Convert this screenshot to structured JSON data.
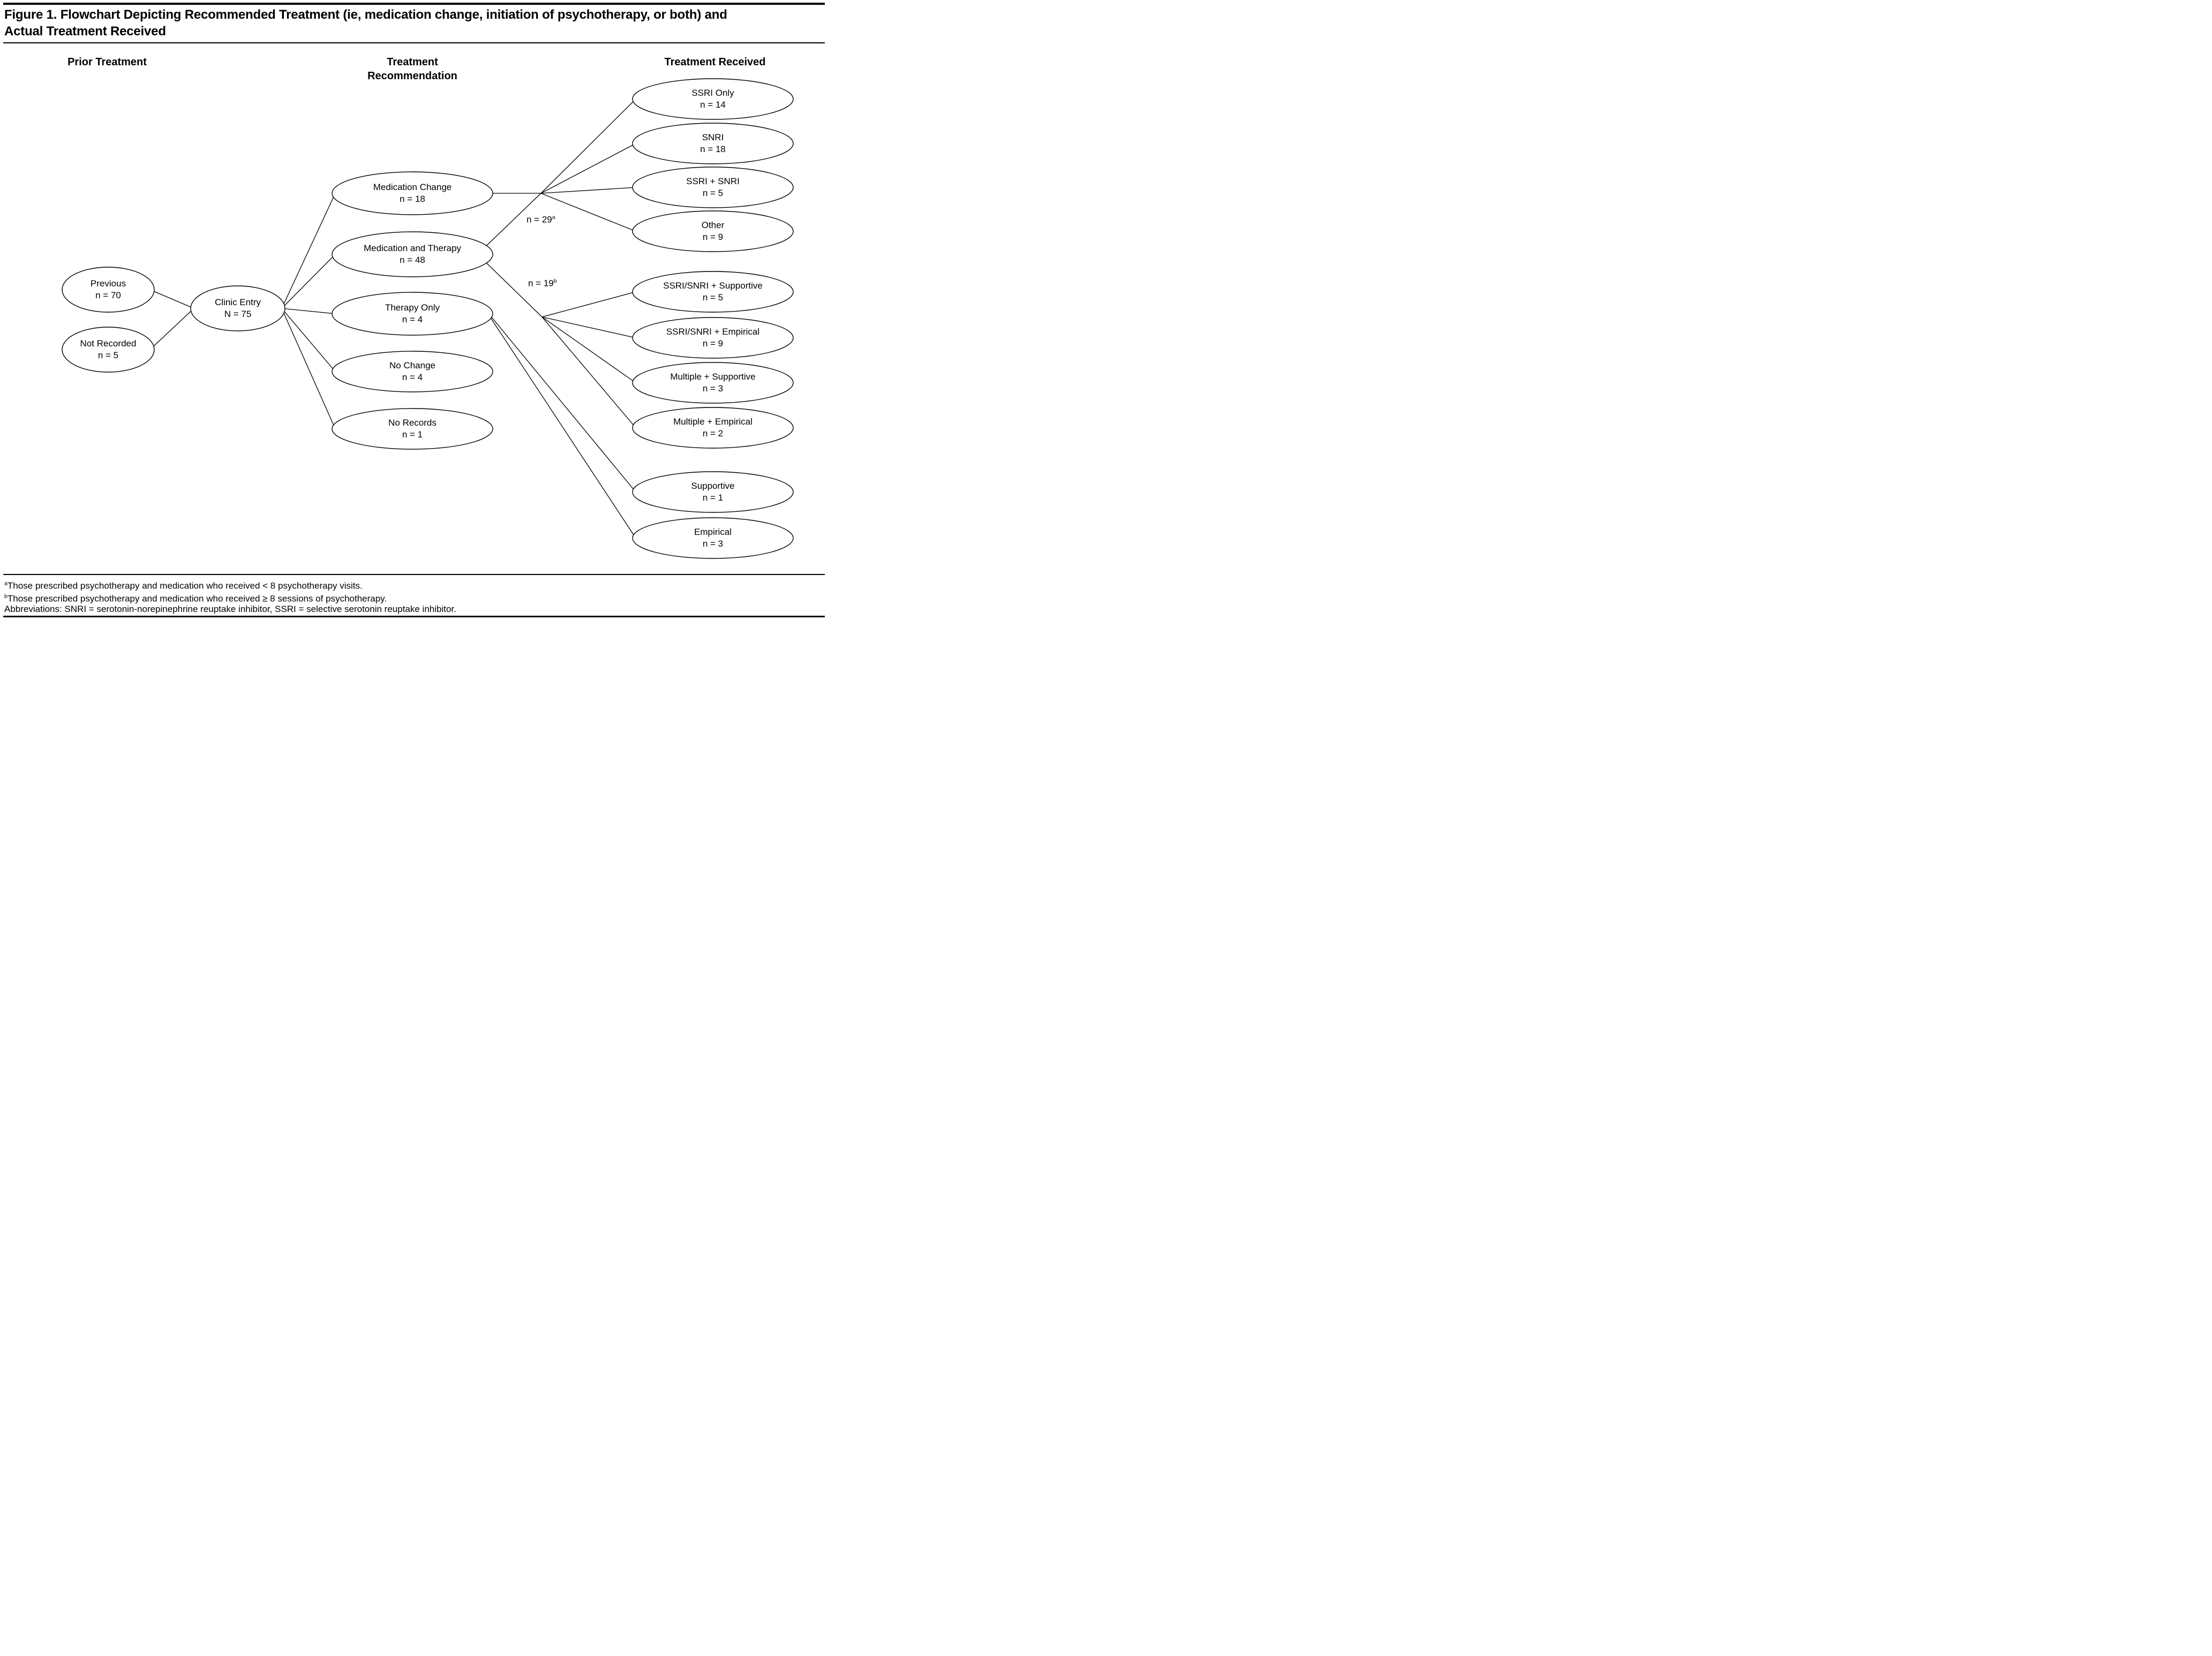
{
  "title": {
    "line1": "Figure 1. Flowchart Depicting Recommended Treatment (ie, medication change, initiation of psychotherapy, or both) and",
    "line2": "Actual Treatment Received"
  },
  "columns": {
    "prior": "Prior Treatment",
    "recommendation_line1": "Treatment",
    "recommendation_line2": "Recommendation",
    "received": "Treatment Received"
  },
  "nodes": {
    "previous": {
      "label": "Previous",
      "count": "n = 70"
    },
    "not_recorded": {
      "label": "Not Recorded",
      "count": "n = 5"
    },
    "clinic_entry": {
      "label": "Clinic Entry",
      "count": "N = 75"
    },
    "medication_change": {
      "label": "Medication Change",
      "count": "n = 18"
    },
    "medication_and_therapy": {
      "label": "Medication and Therapy",
      "count": "n = 48"
    },
    "therapy_only": {
      "label": "Therapy Only",
      "count": "n = 4"
    },
    "no_change": {
      "label": "No Change",
      "count": "n = 4"
    },
    "no_records": {
      "label": "No Records",
      "count": "n = 1"
    },
    "ssri_only": {
      "label": "SSRI Only",
      "count": "n = 14"
    },
    "snri": {
      "label": "SNRI",
      "count": "n = 18"
    },
    "ssri_snri": {
      "label": "SSRI + SNRI",
      "count": "n = 5"
    },
    "other": {
      "label": "Other",
      "count": "n = 9"
    },
    "ssri_snri_supportive": {
      "label": "SSRI/SNRI + Supportive",
      "count": "n = 5"
    },
    "ssri_snri_empirical": {
      "label": "SSRI/SNRI + Empirical",
      "count": "n = 9"
    },
    "multiple_supportive": {
      "label": "Multiple + Supportive",
      "count": "n = 3"
    },
    "multiple_empirical": {
      "label": "Multiple + Empirical",
      "count": "n = 2"
    },
    "supportive": {
      "label": "Supportive",
      "count": "n = 1"
    },
    "empirical": {
      "label": "Empirical",
      "count": "n = 3"
    }
  },
  "edge_labels": {
    "a": {
      "text": "n = 29",
      "sup": "a"
    },
    "b": {
      "text": "n = 19",
      "sup": "b"
    }
  },
  "footnotes": {
    "a_sup": "a",
    "a_text": "Those prescribed psychotherapy and medication who received < 8 psychotherapy visits.",
    "b_sup": "b",
    "b_text": "Those prescribed psychotherapy and medication who received ≥ 8 sessions of psychotherapy.",
    "abbreviations": "Abbreviations: SNRI = serotonin-norepinephrine reuptake inhibitor, SSRI = selective serotonin reuptake inhibitor."
  },
  "colors": {
    "stroke": "#000000",
    "background": "#ffffff"
  }
}
